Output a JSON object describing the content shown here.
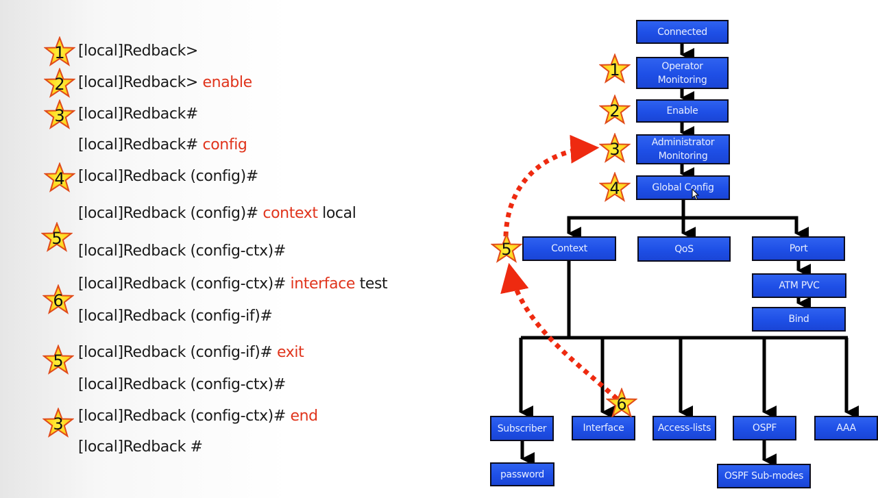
{
  "commands": [
    {
      "star": "1",
      "prompt": "[local]Redback>",
      "keyword": "",
      "arg": ""
    },
    {
      "star": "2",
      "prompt": "[local]Redback> ",
      "keyword": "enable",
      "arg": ""
    },
    {
      "star": "3",
      "prompt": "[local]Redback#",
      "keyword": "",
      "arg": ""
    },
    {
      "star": "",
      "prompt": "[local]Redback# ",
      "keyword": "config",
      "arg": ""
    },
    {
      "star": "4",
      "prompt": "[local]Redback (config)#",
      "keyword": "",
      "arg": ""
    },
    {
      "star": "",
      "prompt": "[local]Redback (config)# ",
      "keyword": "context",
      "arg": " local"
    },
    {
      "star": "5",
      "prompt": "[local]Redback (config-ctx)#",
      "keyword": "",
      "arg": ""
    },
    {
      "star": "6",
      "prompt": "[local]Redback (config-ctx)# ",
      "keyword": "interface",
      "arg": " test"
    },
    {
      "star": "",
      "prompt": "[local]Redback (config-if)#",
      "keyword": "",
      "arg": ""
    },
    {
      "star": "5",
      "prompt": "[local]Redback (config-if)# ",
      "keyword": "exit",
      "arg": ""
    },
    {
      "star": "",
      "prompt": "[local]Redback (config-ctx)#",
      "keyword": "",
      "arg": ""
    },
    {
      "star": "3",
      "prompt": "[local]Redback (config-ctx)# ",
      "keyword": "end",
      "arg": ""
    },
    {
      "star": "",
      "prompt": "[local]Redback #",
      "keyword": "",
      "arg": ""
    }
  ],
  "diagram": {
    "nodes": {
      "connected": "Connected",
      "operator": "Operator Monitoring",
      "enable": "Enable",
      "admin": "Administrator Monitoring",
      "global": "Global Config",
      "context": "Context",
      "qos": "QoS",
      "port": "Port",
      "atm": "ATM PVC",
      "bind": "Bind",
      "subscriber": "Subscriber",
      "password": "password",
      "interface": "Interface",
      "access": "Access-lists",
      "ospf": "OSPF",
      "ospfsub": "OSPF Sub-modes",
      "aaa": "AAA"
    },
    "stars": {
      "operator": "1",
      "enable": "2",
      "admin": "3",
      "global": "4",
      "context": "5",
      "interface": "6"
    }
  },
  "colors": {
    "node_fill": "#1e4fe6",
    "keyword": "#e0341c",
    "star_fill": "#ffe033",
    "star_stroke": "#e04a1a",
    "dotted_arrow": "#ee2a10"
  }
}
